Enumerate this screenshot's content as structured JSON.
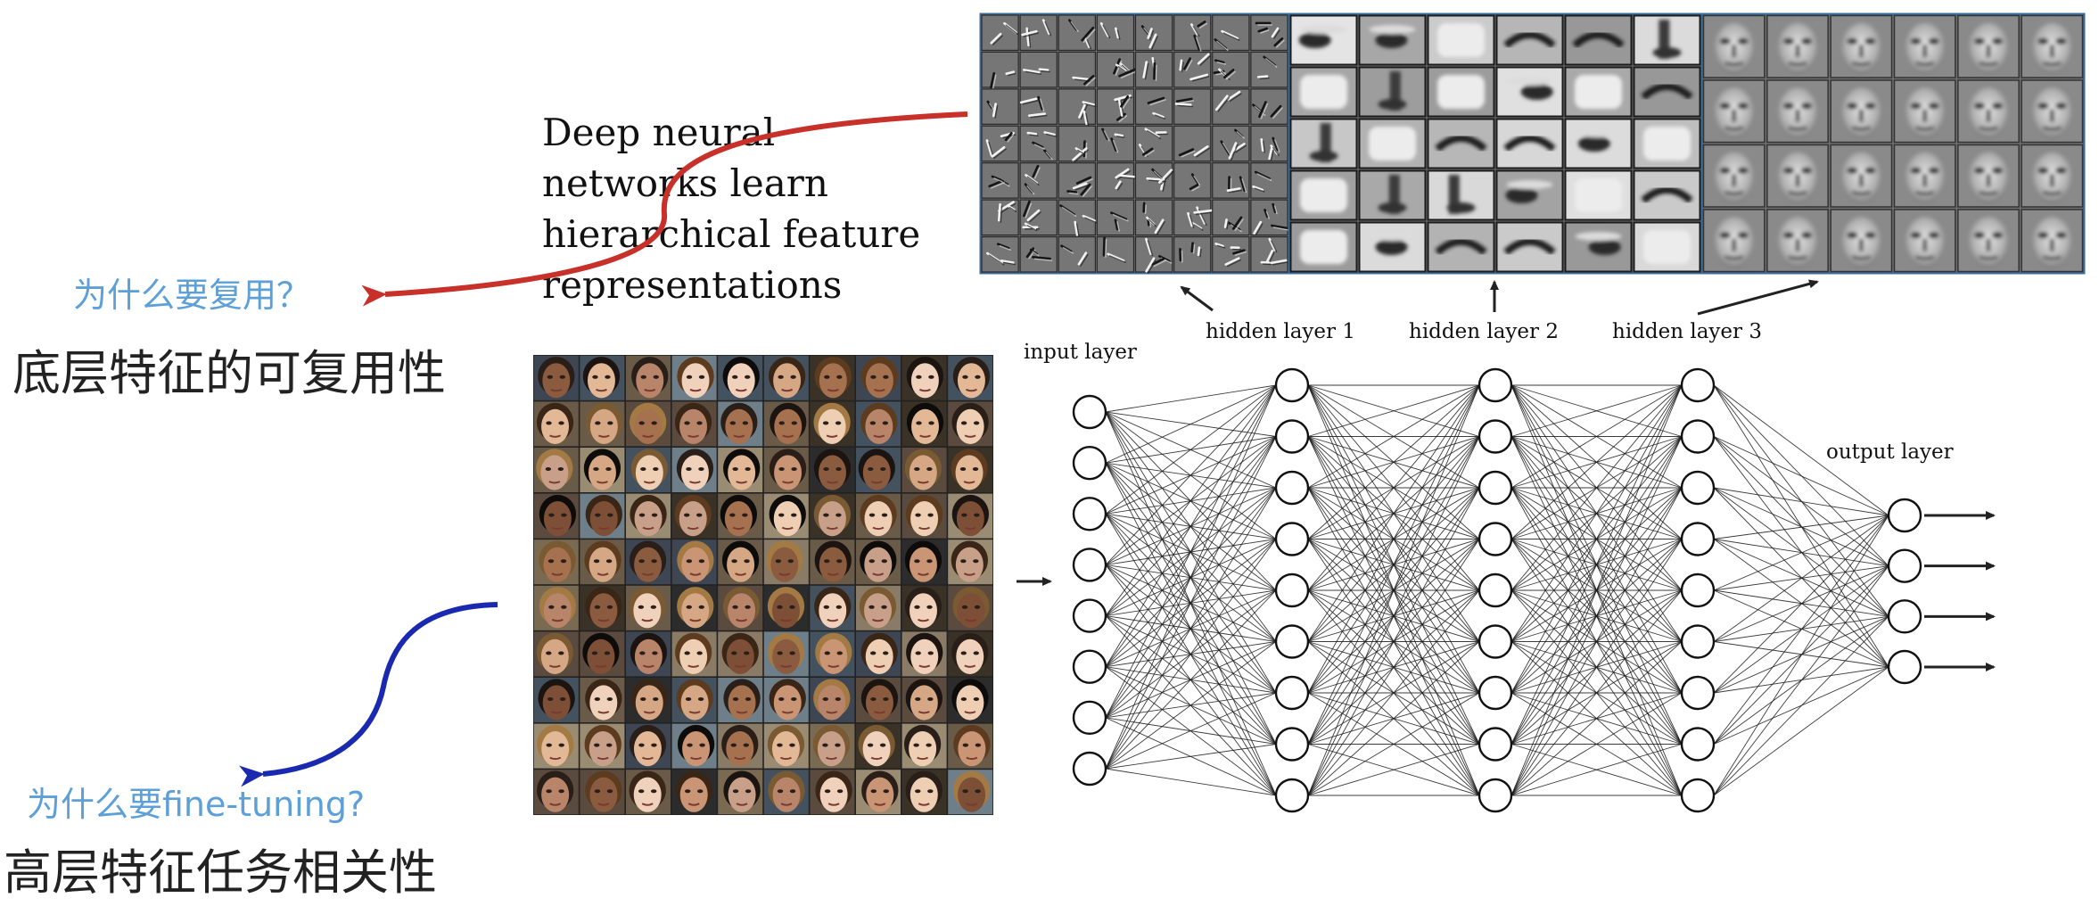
{
  "questions": {
    "reuse": "为什么要复用？",
    "finetune": "为什么要fine-tuning?"
  },
  "statements": {
    "low_level": "底层特征的可复用性",
    "high_level": "高层特征任务相关性"
  },
  "caption": {
    "line1": "Deep neural",
    "line2": "networks learn",
    "line3": "hierarchical feature",
    "line4": "representations"
  },
  "layer_labels": {
    "input": "input layer",
    "hidden1": "hidden layer 1",
    "hidden2": "hidden layer 2",
    "hidden3": "hidden layer 3",
    "output": "output layer"
  },
  "network": {
    "layer_sizes": [
      8,
      9,
      9,
      9,
      4
    ],
    "output_arrows": 4
  },
  "feature_panels": [
    "edges",
    "face-parts",
    "faces"
  ],
  "colors": {
    "question_text": "#5da0d8",
    "red_arrow": "#c8302a",
    "blue_arrow": "#1a2ab0",
    "panel_border": "#3d6b9a"
  }
}
